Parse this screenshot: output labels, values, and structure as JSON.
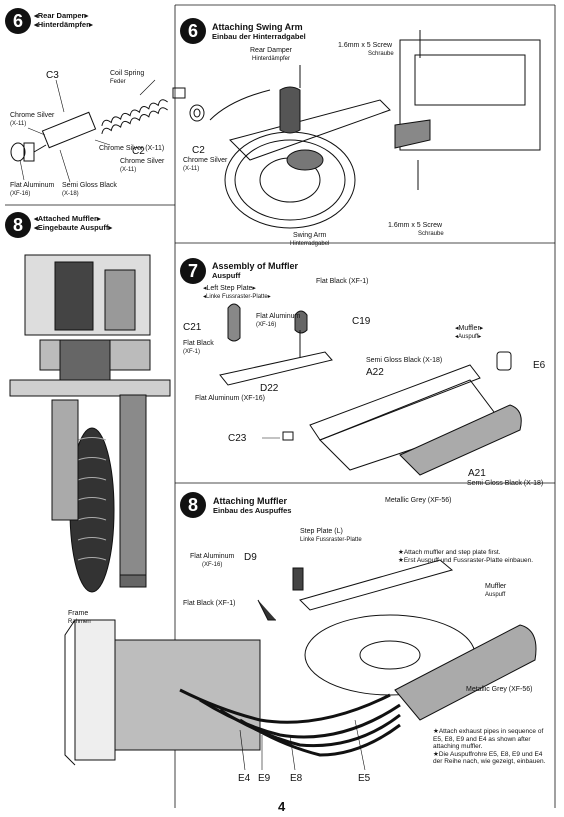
{
  "page_number": "4",
  "left": {
    "step6_number": "6",
    "step6_title_en": "◂Rear Damper▸",
    "step6_title_de": "◂Hinterdämpfer▸",
    "c3": "C3",
    "coil_spring": "Coil Spring",
    "coil_spring_de": "Feder",
    "chrome_silver_1": "Chrome Silver",
    "chrome_silver_1_code": "(X-11)",
    "chrome_silver_2": "Chrome Silver (X-11)",
    "c2": "C2",
    "chrome_silver_3": "Chrome Silver",
    "chrome_silver_3_code": "(X-11)",
    "flat_aluminum": "Flat Aluminum",
    "flat_aluminum_code": "(XF-16)",
    "semi_gloss_black": "Semi Gloss Black",
    "semi_gloss_black_code": "(X-18)",
    "step8_number": "8",
    "step8_title_en": "◂Attached Muffler▸",
    "step8_title_de": "◂Eingebaute Auspuff▸"
  },
  "step6": {
    "number": "6",
    "title_en": "Attaching Swing Arm",
    "title_de": "Einbau der Hinterradgabel",
    "rear_damper": "Rear Damper",
    "rear_damper_de": "Hinterdämpfer",
    "screw_top": "1.6mm x 5 Screw",
    "screw_top_de": "Schraube",
    "c2": "C2",
    "chrome_silver": "Chrome Silver",
    "chrome_silver_code": "(X-11)",
    "swing_arm": "Swing Arm",
    "swing_arm_de": "Hinterradgabel",
    "screw_bottom": "1.6mm x 5 Screw",
    "screw_bottom_de": "Schraube"
  },
  "step7": {
    "number": "7",
    "title_en": "Assembly of Muffler",
    "title_de": "Auspuff",
    "flat_black_top": "Flat Black (XF-1)",
    "left_step_plate": "◂Left Step Plate▸",
    "left_step_plate_de": "◂Linke Fussraster-Platte▸",
    "flat_aluminum": "Flat Aluminum",
    "flat_aluminum_code": "(XF-16)",
    "c21": "C21",
    "c19": "C19",
    "flat_black_left": "Flat Black",
    "flat_black_left_code": "(XF-1)",
    "d22": "D22",
    "flat_aluminum_bottom": "Flat Aluminum (XF-16)",
    "muffler": "◂Muffler▸",
    "muffler_de": "◂Auspuff▸",
    "semi_gloss_black": "Semi Gloss Black (X-18)",
    "a22": "A22",
    "e6": "E6",
    "c23": "C23",
    "a21": "A21",
    "semi_gloss_black_2": "Semi Gloss Black (X-18)",
    "metallic_grey": "Metallic Grey (XF-56)"
  },
  "step8": {
    "number": "8",
    "title_en": "Attaching Muffler",
    "title_de": "Einbau des Auspuffes",
    "step_plate": "Step Plate (L)",
    "step_plate_de": "Linke Fussraster-Platte",
    "note1_en": "★Attach muffler and step plate first.",
    "note1_de": "★Erst Auspuff und Fussraster-Platte einbauen.",
    "flat_aluminum": "Flat Aluminum",
    "flat_aluminum_code": "(XF-16)",
    "d9": "D9",
    "flat_black": "Flat Black (XF-1)",
    "frame": "Frame",
    "frame_de": "Rahmen",
    "muffler": "Muffler",
    "muffler_de": "Auspuff",
    "metallic_grey": "Metallic Grey (XF-56)",
    "note2_en": "★Attach exhaust pipes in sequence of E5, E8, E9 and E4 as shown after attaching muffler.",
    "note2_de": "★Die Auspuffrohre E5, E8, E9 und E4 der Reihe nach, wie gezeigt, einbauen.",
    "e4": "E4",
    "e9": "E9",
    "e8": "E8",
    "e5": "E5"
  }
}
